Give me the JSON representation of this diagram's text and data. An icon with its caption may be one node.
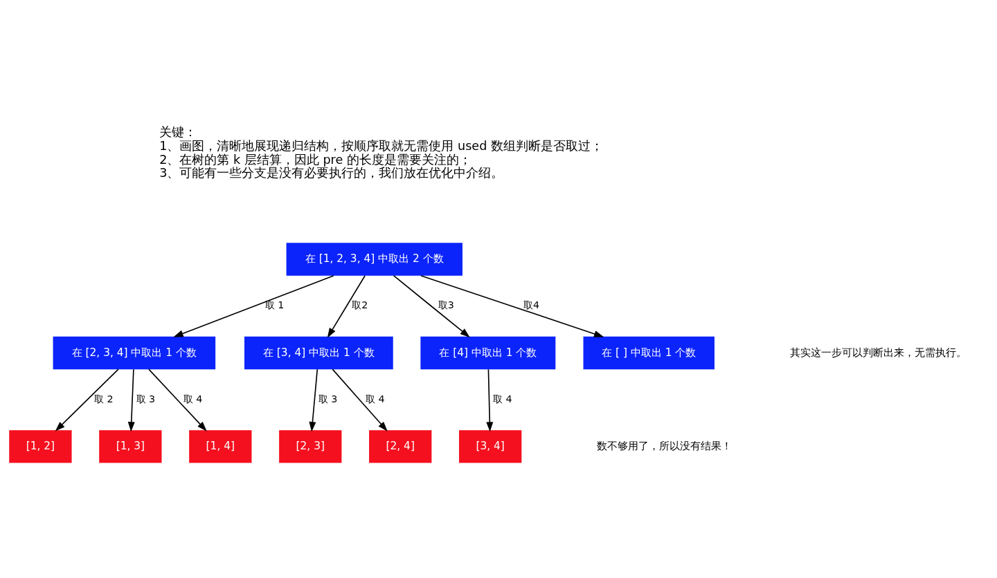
{
  "diagram": {
    "nodes": [
      {
        "text": [
          "在 [1, 2, 3, 4] 中取出 2 个数"
        ]
      },
      {
        "text": [
          "在 [2, 3, 4] 中取出 1 个数"
        ]
      },
      {
        "text": [
          "在 [3, 4] 中取出 1 个数"
        ]
      },
      {
        "text": [
          "在 [4] 中取出 1 个数"
        ]
      },
      {
        "text": [
          "在 [ ] 中取出 1 个数"
        ]
      },
      {
        "text": [
          "[1, 2]"
        ]
      },
      {
        "text": [
          "[1, 3]"
        ]
      },
      {
        "text": [
          "[1, 4]"
        ]
      },
      {
        "text": [
          "[2, 3]"
        ]
      },
      {
        "text": [
          "[2, 4]"
        ]
      },
      {
        "text": [
          "[3, 4]"
        ]
      }
    ],
    "edges": [
      {
        "from": 0,
        "to": 1,
        "arrow": "to",
        "label": "取 1"
      },
      {
        "from": 0,
        "to": 2,
        "arrow": "to",
        "label": "取2"
      },
      {
        "from": 0,
        "to": 3,
        "arrow": "to",
        "label": "取3"
      },
      {
        "from": 0,
        "to": 4,
        "arrow": "to",
        "label": "取4"
      },
      {
        "from": 1,
        "to": 5,
        "arrow": "to",
        "label": "取 2"
      },
      {
        "from": 1,
        "to": 6,
        "arrow": "to",
        "label": "取 3"
      },
      {
        "from": 1,
        "to": 7,
        "arrow": "to",
        "label": "取 4"
      },
      {
        "from": 2,
        "to": 8,
        "arrow": "to",
        "label": "取 3"
      },
      {
        "from": 2,
        "to": 9,
        "arrow": "to",
        "label": "取 4"
      },
      {
        "from": 3,
        "to": 10,
        "arrow": "to",
        "label": "取 4"
      }
    ],
    "labels": [
      "关键：",
      "1、画图，清晰地展现递归结构，按顺序取就无需使用 used 数组判断是否取过；",
      "2、在树的第 k 层结算，因此 pre 的长度是需要关注的；",
      "3、可能有一些分支是没有必要执行的，我们放在优化中介绍。",
      "其实这一步可以判断出来，无需执行。",
      "数不够用了，所以没有结果！"
    ]
  }
}
